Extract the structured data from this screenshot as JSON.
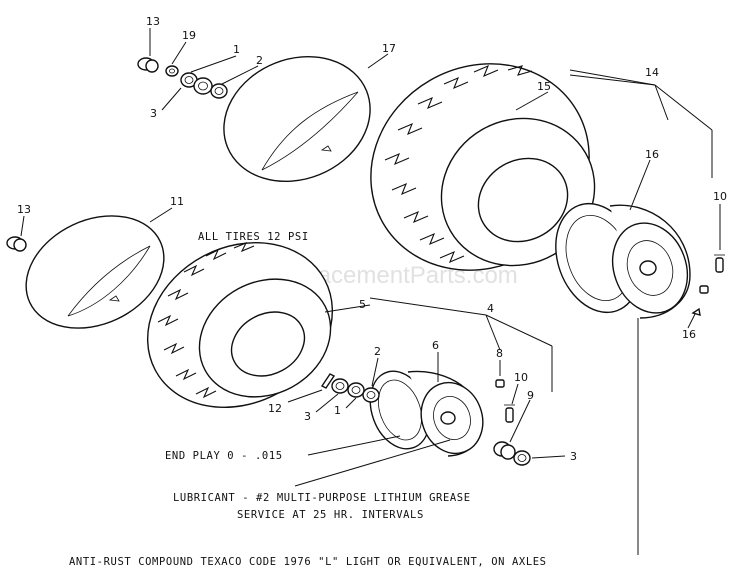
{
  "callouts": {
    "c13a": "13",
    "c19": "19",
    "c1a": "1",
    "c2a": "2",
    "c17": "17",
    "c3a": "3",
    "c14": "14",
    "c15": "15",
    "c16a": "16",
    "c10a": "10",
    "c16b": "16",
    "c13b": "13",
    "c11": "11",
    "c5": "5",
    "c4": "4",
    "c6": "6",
    "c8": "8",
    "c2b": "2",
    "c10b": "10",
    "c12": "12",
    "c3b": "3",
    "c1b": "1",
    "c9": "9",
    "c3c": "3"
  },
  "notes": {
    "tire_pressure": "ALL TIRES 12 PSI",
    "end_play": "END PLAY 0 - .015",
    "lubricant": "LUBRICANT - #2 MULTI-PURPOSE LITHIUM GREASE",
    "service": "SERVICE AT 25 HR. INTERVALS",
    "anti_rust": "ANTI-RUST COMPOUND  TEXACO CODE 1976 \"L\" LIGHT OR EQUIVALENT, ON AXLES"
  },
  "watermark": "eReplacementParts.com"
}
